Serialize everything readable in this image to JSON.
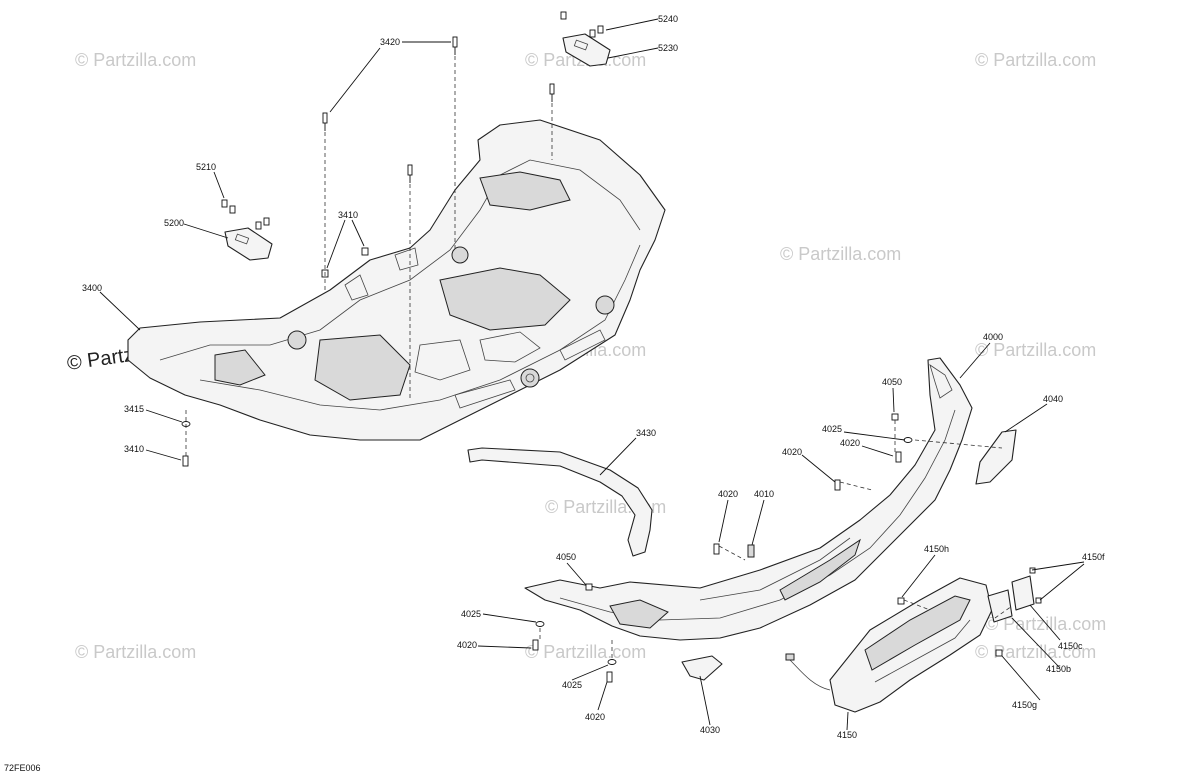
{
  "figure_id": "72FE006",
  "watermarks": [
    {
      "text": "© Partzilla.com"
    },
    {
      "text": "© Partzilla.com"
    },
    {
      "text": "© Partzilla.com"
    },
    {
      "text": "© Partzilla.com"
    },
    {
      "text": "© Partzilla.com"
    },
    {
      "text": "© Partzilla.com"
    },
    {
      "text": "© Partzilla.com"
    },
    {
      "text": "© Partzilla.com"
    },
    {
      "text": "© Partzilla.com"
    },
    {
      "text": "© Partzilla.com"
    },
    {
      "text": "© Partzilla.com"
    },
    {
      "text": "© Partzilla.com"
    }
  ],
  "callouts": [
    {
      "label": "3420"
    },
    {
      "label": "5240"
    },
    {
      "label": "5230"
    },
    {
      "label": "5210"
    },
    {
      "label": "5200"
    },
    {
      "label": "3410"
    },
    {
      "label": "3400"
    },
    {
      "label": "3415"
    },
    {
      "label": "3410"
    },
    {
      "label": "3430"
    },
    {
      "label": "4000"
    },
    {
      "label": "4050"
    },
    {
      "label": "4040"
    },
    {
      "label": "4025"
    },
    {
      "label": "4020"
    },
    {
      "label": "4020"
    },
    {
      "label": "4020"
    },
    {
      "label": "4010"
    },
    {
      "label": "4050"
    },
    {
      "label": "4150h"
    },
    {
      "label": "4150f"
    },
    {
      "label": "4025"
    },
    {
      "label": "4020"
    },
    {
      "label": "4025"
    },
    {
      "label": "4020"
    },
    {
      "label": "4030"
    },
    {
      "label": "4150c"
    },
    {
      "label": "4150b"
    },
    {
      "label": "4150g"
    },
    {
      "label": "4150"
    }
  ]
}
